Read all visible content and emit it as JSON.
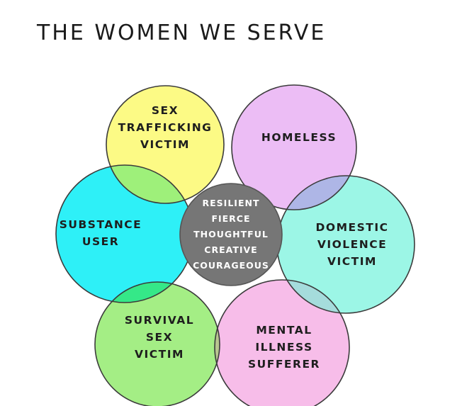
{
  "title": "THE WOMEN WE SERVE",
  "center": {
    "lines": [
      "RESILIENT",
      "FIERCE",
      "THOUGHTFUL",
      "CREATIVE",
      "COURAGEOUS"
    ],
    "color": "#767676"
  },
  "petals": [
    {
      "id": "sex-trafficking-victim",
      "lines": [
        "SEX",
        "TRAFFICKING",
        "VICTIM"
      ],
      "color": "#FCFA85"
    },
    {
      "id": "homeless",
      "lines": [
        "HOMELESS"
      ],
      "color": "#ECBDF5"
    },
    {
      "id": "domestic-violence-victim",
      "lines": [
        "DOMESTIC",
        "VIOLENCE",
        "VICTIM"
      ],
      "color": "#9CF6E6"
    },
    {
      "id": "mental-illness-sufferer",
      "lines": [
        "MENTAL",
        "ILLNESS",
        "SUFFERER"
      ],
      "color": "#F7BDE9"
    },
    {
      "id": "survival-sex-victim",
      "lines": [
        "SURVIVAL",
        "SEX",
        "VICTIM"
      ],
      "color": "#A4EE85"
    },
    {
      "id": "substance-user",
      "lines": [
        "SUBSTANCE",
        "USER"
      ],
      "color": "#2EF0F7"
    }
  ],
  "overlaps": [
    {
      "id": "trafficking-homeless",
      "color": "#F0B896"
    },
    {
      "id": "homeless-domestic",
      "color": "#AEB6E6"
    },
    {
      "id": "domestic-mental",
      "color": "#A5DCDC"
    },
    {
      "id": "mental-survival",
      "color": "#B8C690"
    },
    {
      "id": "survival-substance",
      "color": "#35E888"
    },
    {
      "id": "substance-trafficking",
      "color": "#9EF07A"
    }
  ]
}
